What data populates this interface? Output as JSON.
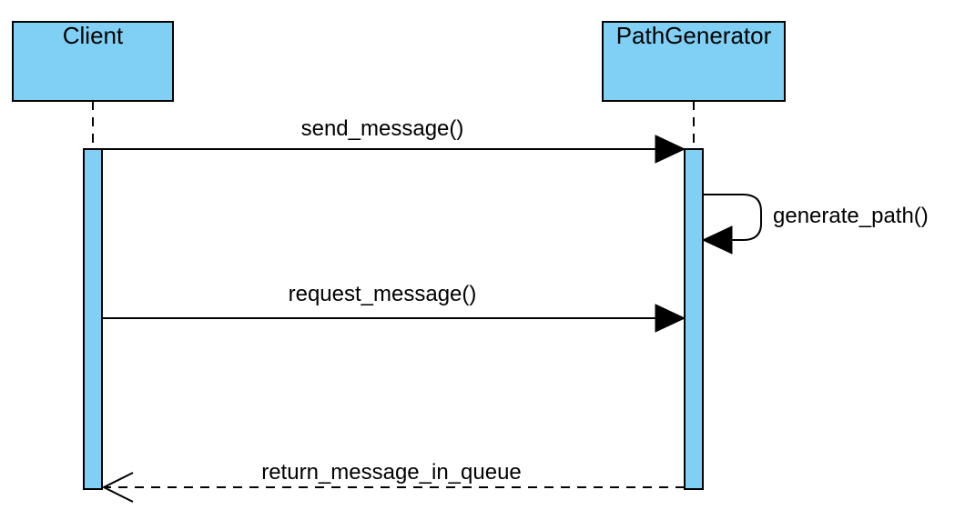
{
  "diagram": {
    "type": "sequence",
    "colors": {
      "participant_fill": "#7fd0f4",
      "activation_fill": "#7fd0f4",
      "line": "#000000",
      "background": "#ffffff"
    },
    "participants": [
      {
        "name": "Client"
      },
      {
        "name": "PathGenerator"
      }
    ],
    "messages": [
      {
        "label": "send_message()",
        "from": "Client",
        "to": "PathGenerator",
        "style": "solid",
        "arrowhead": "filled"
      },
      {
        "label": "generate_path()",
        "from": "PathGenerator",
        "to": "PathGenerator",
        "style": "solid",
        "arrowhead": "filled"
      },
      {
        "label": "request_message()",
        "from": "Client",
        "to": "PathGenerator",
        "style": "solid",
        "arrowhead": "filled"
      },
      {
        "label": "return_message_in_queue",
        "from": "PathGenerator",
        "to": "Client",
        "style": "dashed",
        "arrowhead": "open"
      }
    ]
  }
}
